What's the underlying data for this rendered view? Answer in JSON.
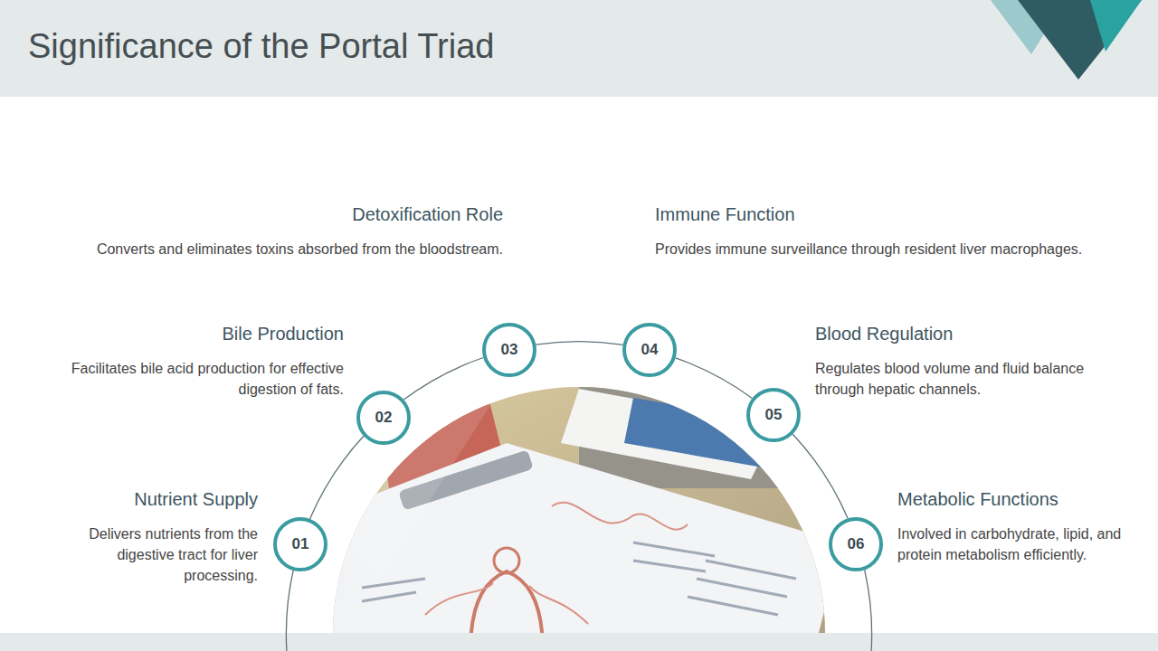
{
  "diagram": {
    "title": "Significance of the Portal Triad",
    "nodes": [
      {
        "text": [
          "01"
        ]
      },
      {
        "text": [
          "02"
        ]
      },
      {
        "text": [
          "03"
        ]
      },
      {
        "text": [
          "04"
        ]
      },
      {
        "text": [
          "05"
        ]
      },
      {
        "text": [
          "06"
        ]
      }
    ],
    "edges": [
      {
        "from": 0,
        "to": 1,
        "arrow": "none"
      },
      {
        "from": 1,
        "to": 2,
        "arrow": "none"
      },
      {
        "from": 2,
        "to": 3,
        "arrow": "none"
      },
      {
        "from": 3,
        "to": 4,
        "arrow": "none"
      },
      {
        "from": 4,
        "to": 5,
        "arrow": "none"
      }
    ],
    "labels": [
      "Detoxification Role",
      "Converts and eliminates toxins absorbed from the bloodstream.",
      "Immune Function",
      "Provides immune surveillance through resident liver macrophages.",
      "Bile Production",
      "Facilitates bile acid production for effective digestion of fats.",
      "Blood Regulation",
      "Regulates blood volume and fluid balance through hepatic channels.",
      "Nutrient Supply",
      "Delivers nutrients from the digestive tract for liver processing.",
      "Metabolic Functions",
      "Involved in carbohydrate, lipid, and protein metabolism efficiently."
    ]
  }
}
